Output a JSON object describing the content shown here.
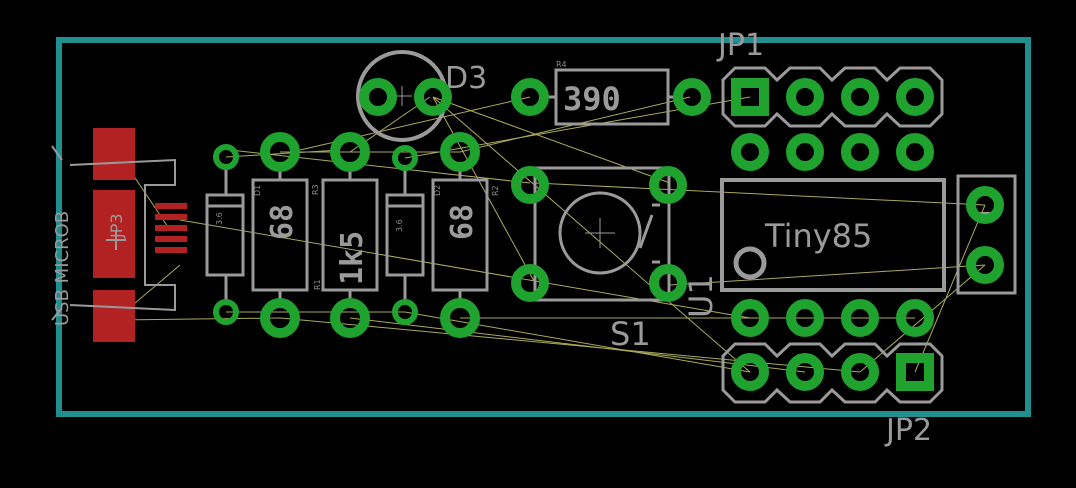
{
  "board": {
    "outline_color": "#1f8f8f",
    "pad_color": "#1fa22e",
    "silk_color": "#9a9a9a",
    "smd_color": "#b22222",
    "airwire_color": "#c8c86a"
  },
  "labels": {
    "d3": "D3",
    "jp1": "JP1",
    "jp2": "JP2",
    "s1": "S1",
    "u1": "U1",
    "jp3": "JP3",
    "usb": "USB MICROB",
    "tiny85": "Tiny85",
    "r4_name": "R4",
    "r4_value": "390",
    "r3_value": "68",
    "r1_value": "1k5",
    "r2_value": "68",
    "r3_name": "R3",
    "r1_name": "R1",
    "r2_name": "R2",
    "d1_name": "D1",
    "d2_name": "D2",
    "d1_value": "3.6",
    "d2_value": "3.6",
    "pin_mark": "1"
  }
}
